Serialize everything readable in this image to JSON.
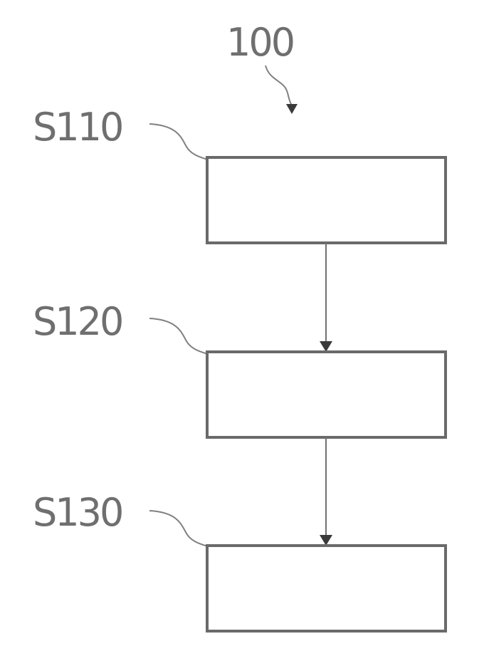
{
  "figure": {
    "reference": "100",
    "steps": [
      {
        "label": "S110"
      },
      {
        "label": "S120"
      },
      {
        "label": "S130"
      }
    ]
  }
}
